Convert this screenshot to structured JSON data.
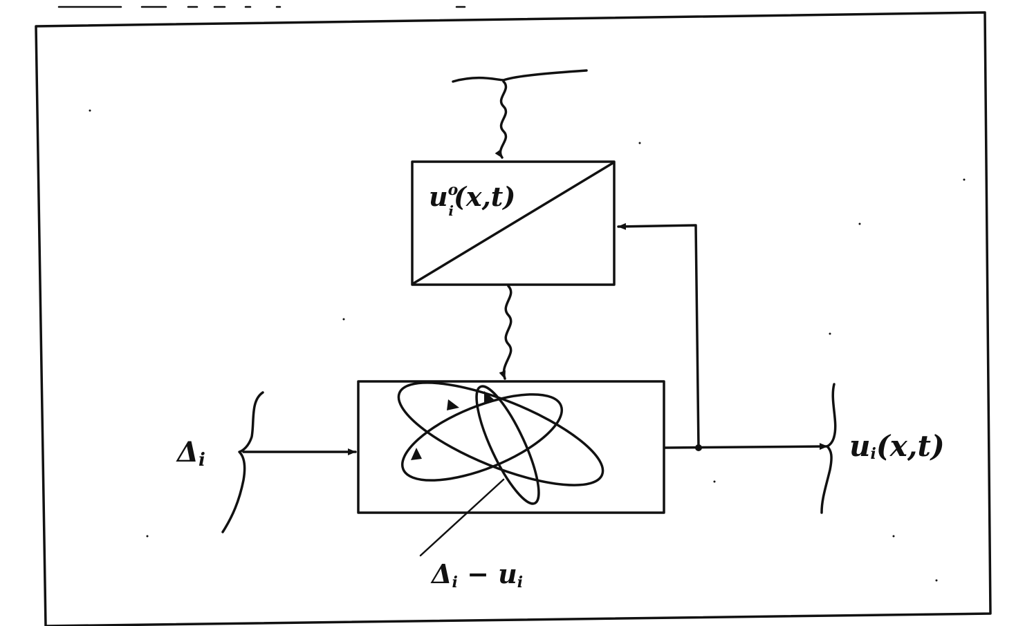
{
  "diagram": {
    "labels": {
      "upper_block_main": "u",
      "upper_block_sup": "o",
      "upper_block_sub": "i",
      "upper_block_args": "(x,t)",
      "input_main": "Δ",
      "input_sub": "i",
      "output_main": "u",
      "output_sub": "i",
      "output_args": "(x,t)",
      "interaction_a": "Δ",
      "interaction_a_sub": "i",
      "interaction_dash": " − ",
      "interaction_b": "u",
      "interaction_b_sub": "i"
    },
    "colors": {
      "ink": "#111111",
      "paper": "#ffffff"
    }
  }
}
